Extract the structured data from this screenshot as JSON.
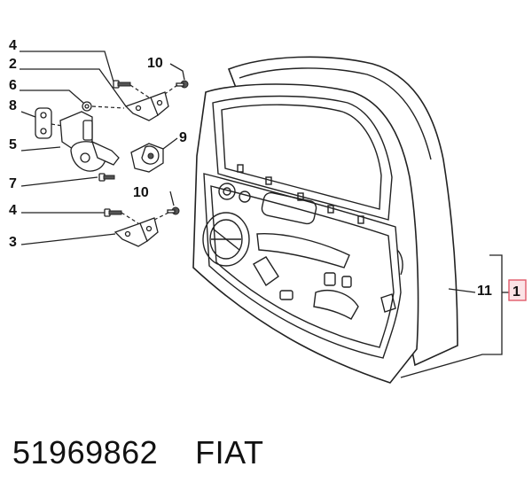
{
  "callouts": {
    "c1": "1",
    "c2": "2",
    "c3": "3",
    "c4a": "4",
    "c4b": "4",
    "c5": "5",
    "c6": "6",
    "c7": "7",
    "c8": "8",
    "c9": "9",
    "c10a": "10",
    "c10b": "10",
    "c11": "11"
  },
  "caption": {
    "part_number": "51969862",
    "brand": "FIAT"
  },
  "colors": {
    "highlight_box": "#e05a6a",
    "highlight_fill": "#fbe3e6"
  }
}
